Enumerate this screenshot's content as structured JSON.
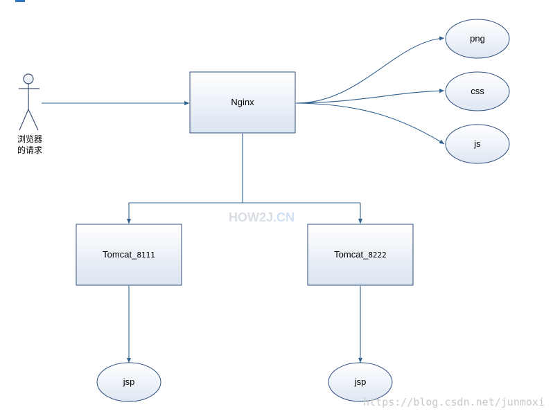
{
  "actor": {
    "label_line1": "浏览器",
    "label_line2": "的请求",
    "icon": "stick-figure-icon"
  },
  "nodes": {
    "nginx": {
      "label": "Nginx"
    },
    "tomcat_a": {
      "name": "Tomcat_",
      "port": "8111"
    },
    "tomcat_b": {
      "name": "Tomcat_",
      "port": "8222"
    }
  },
  "static_resources": [
    "png",
    "css",
    "js"
  ],
  "jsp_nodes": [
    "jsp",
    "jsp"
  ],
  "watermarks": {
    "center_a": "HOW2J",
    "center_b": ".CN",
    "corner": "https://blog.csdn.net/junmoxi"
  },
  "colors": {
    "line": "#2f5f8f",
    "box_stroke": "#2f4f7f",
    "box_fill_top": "#ffffff",
    "box_fill_bottom": "#dde6f2",
    "accent": "#2f75c0"
  }
}
